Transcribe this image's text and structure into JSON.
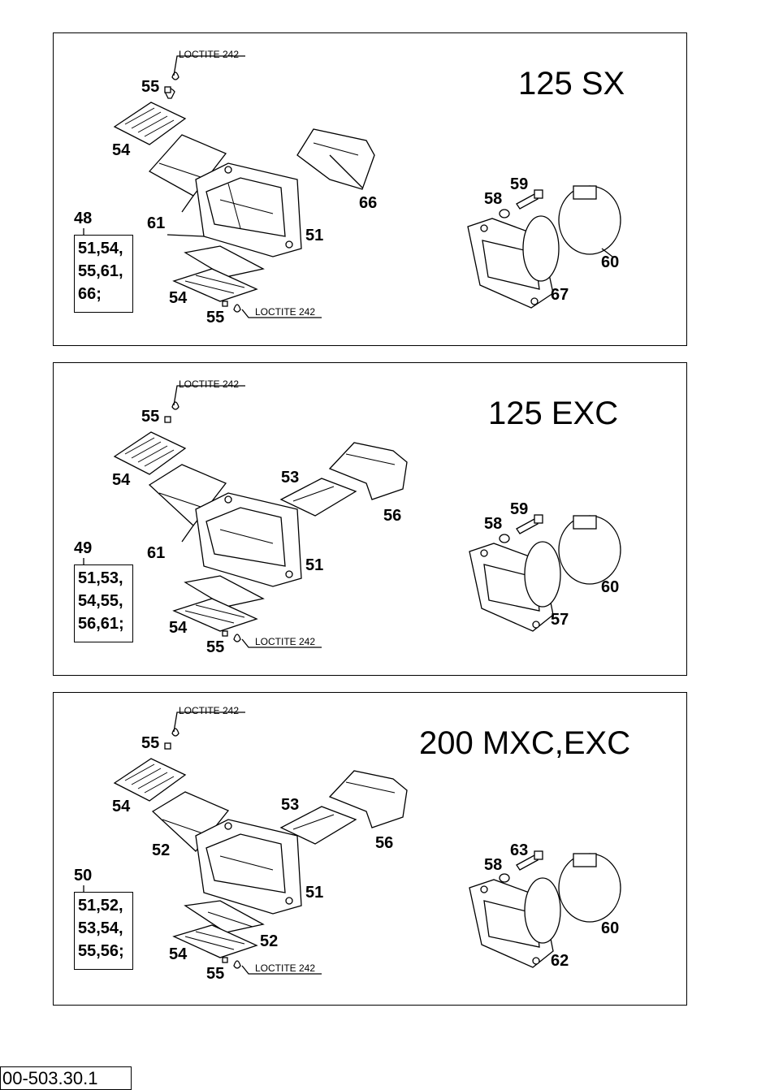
{
  "panels": [
    {
      "title": "125 SX",
      "kit_number": "48",
      "kit_lines": [
        "51,54,",
        "55,61,",
        "66;"
      ],
      "callouts": {
        "screw_top": "55",
        "screw_bottom": "55",
        "petal_top": "54",
        "petal_bottom": "54",
        "gasket": "61",
        "reed_body": "51",
        "stuffer": "66",
        "washer": "58",
        "bolt": "59",
        "flange": "67",
        "clamp": "60"
      },
      "loctite_top": "LOCTITE 242",
      "loctite_bottom": "LOCTITE 242"
    },
    {
      "title": "125 EXC",
      "kit_number": "49",
      "kit_lines": [
        "51,53,",
        "54,55,",
        "56,61;"
      ],
      "callouts": {
        "screw_top": "55",
        "screw_bottom": "55",
        "petal_top": "54",
        "petal_bottom": "54",
        "gasket": "61",
        "reed_body": "51",
        "insert": "53",
        "stuffer": "56",
        "washer": "58",
        "bolt": "59",
        "flange": "57",
        "clamp": "60"
      },
      "loctite_top": "LOCTITE 242",
      "loctite_bottom": "LOCTITE 242"
    },
    {
      "title": "200 MXC,EXC",
      "kit_number": "50",
      "kit_lines": [
        "51,52,",
        "53,54,",
        "55,56;"
      ],
      "callouts": {
        "screw_top": "55",
        "screw_bottom": "55",
        "petal_top": "54",
        "petal_bottom": "54",
        "gasket": "52",
        "gasket_bottom": "52",
        "reed_body": "51",
        "insert": "53",
        "stuffer": "56",
        "washer": "58",
        "bolt": "63",
        "flange": "62",
        "clamp": "60"
      },
      "loctite_top": "LOCTITE 242",
      "loctite_bottom": "LOCTITE 242"
    }
  ],
  "footer_code": "00-503.30.1"
}
